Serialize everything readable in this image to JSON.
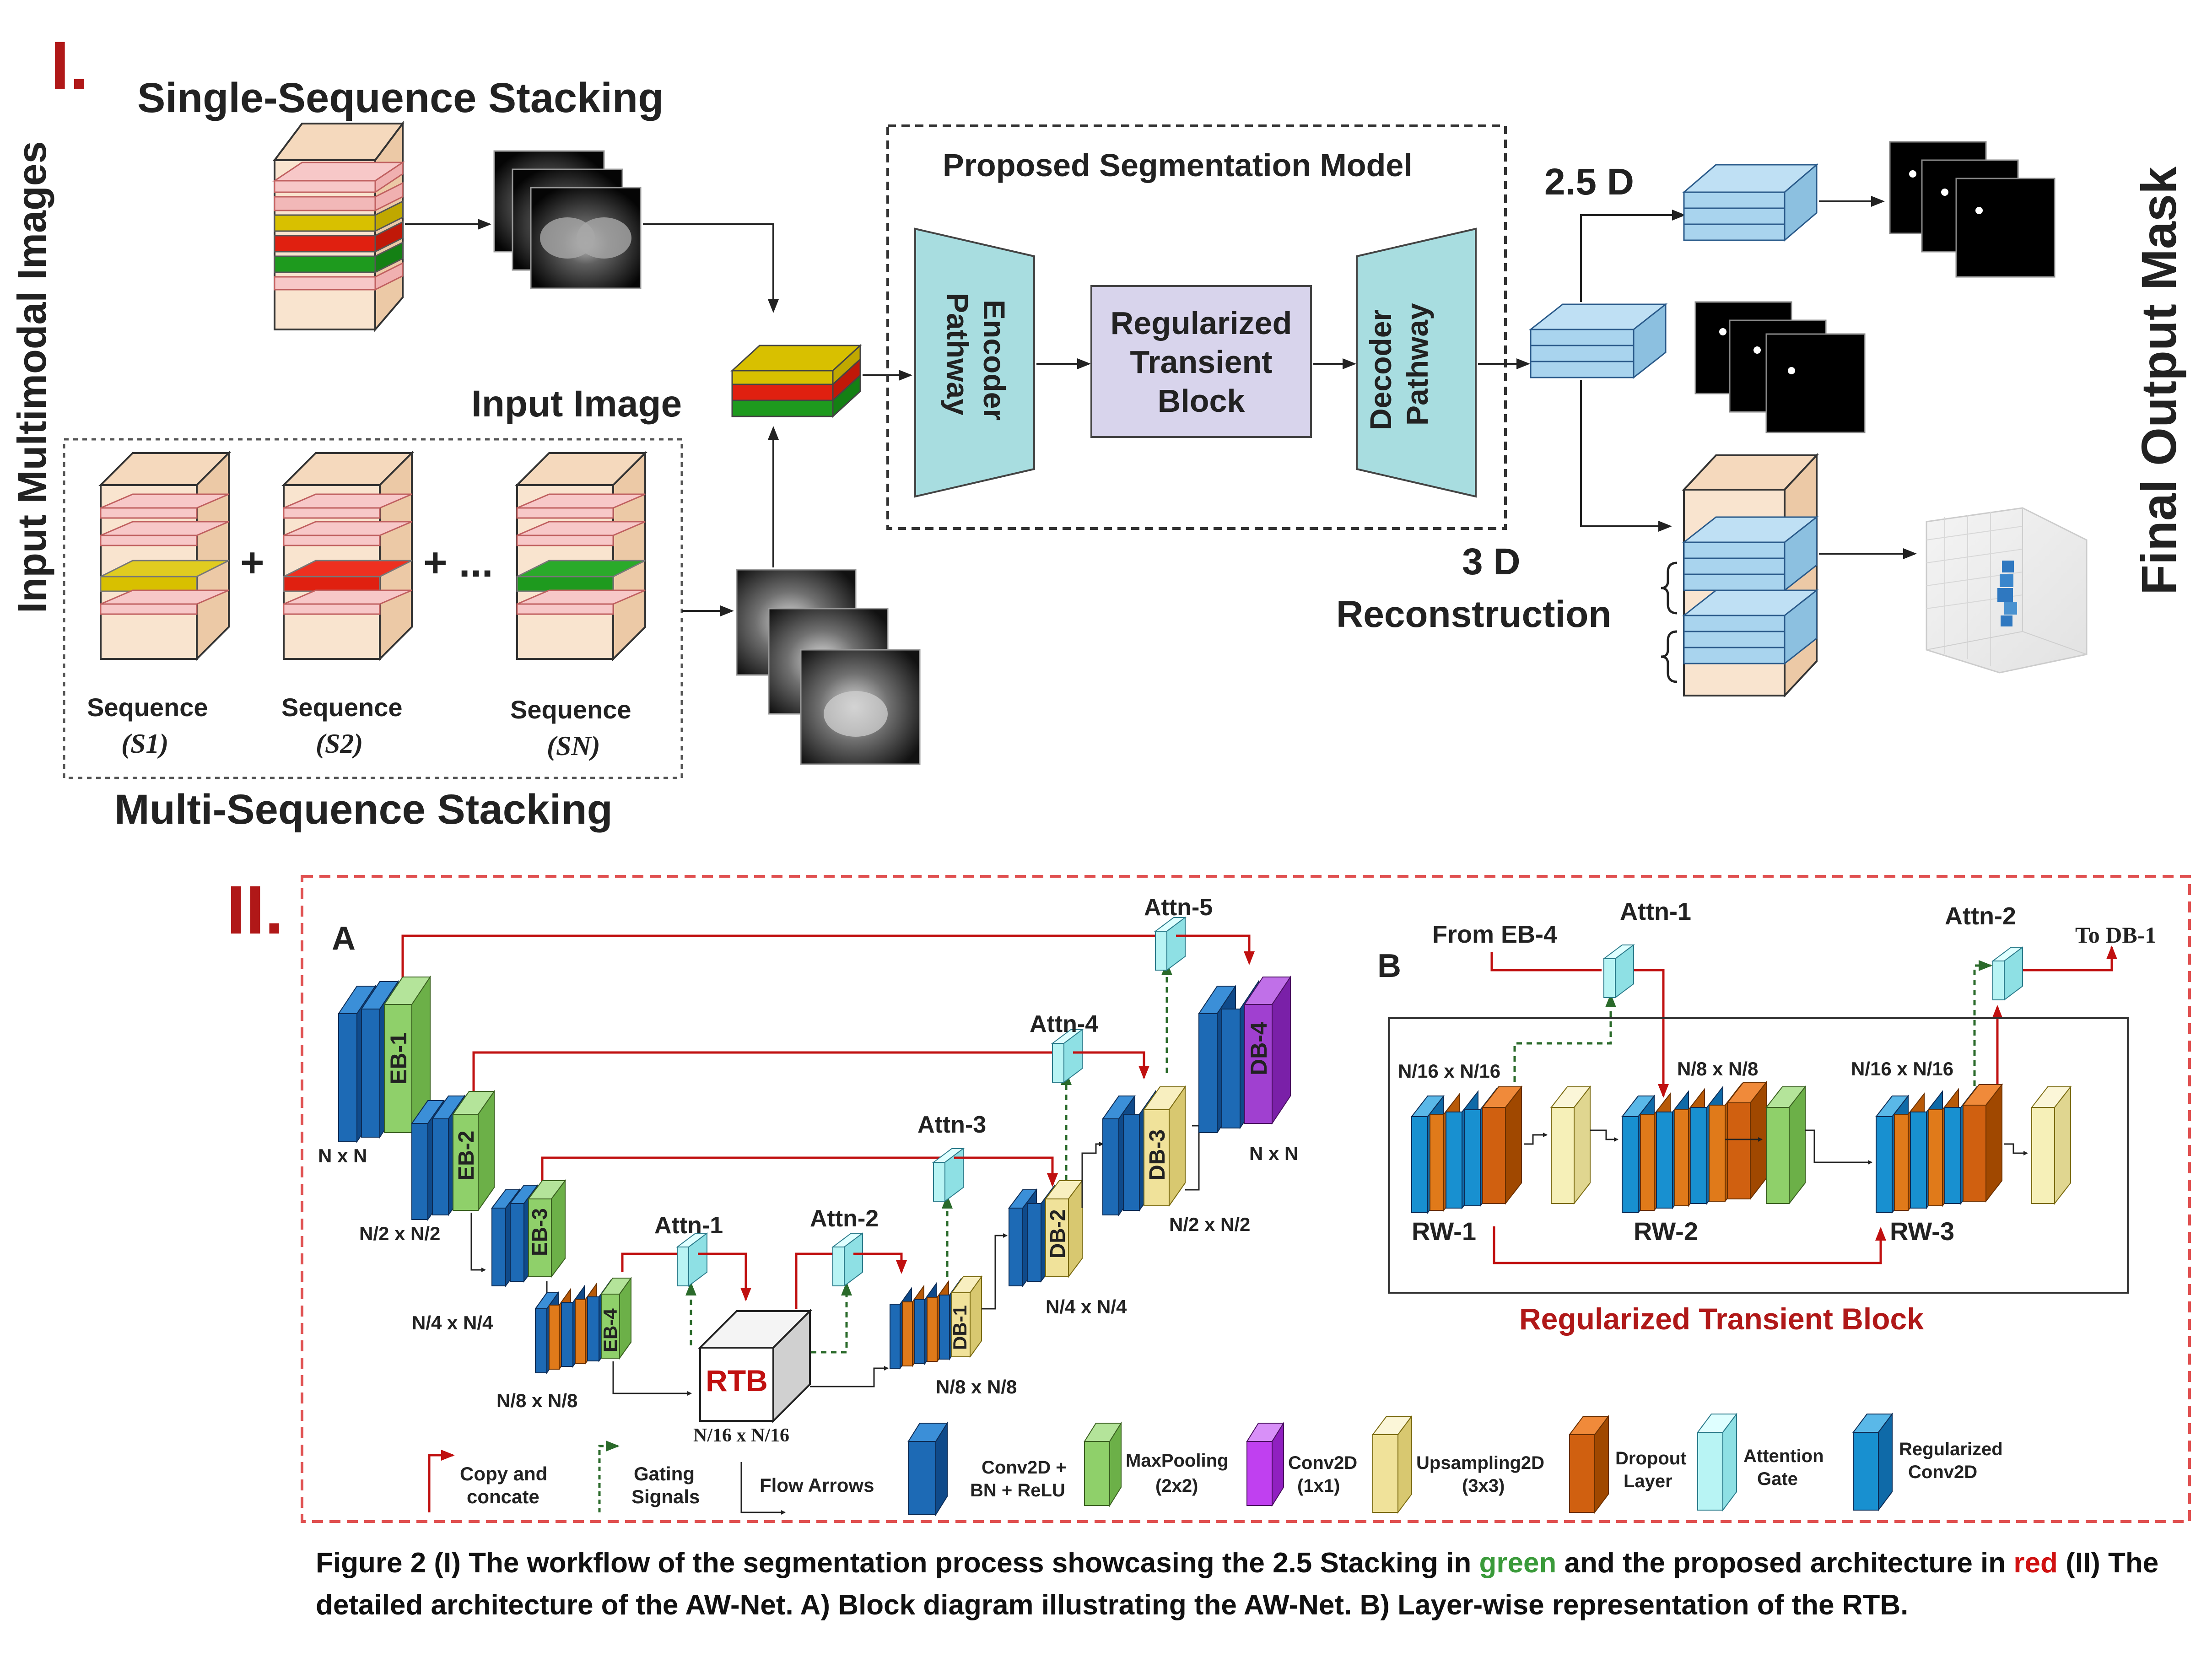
{
  "part1": {
    "roman": "I.",
    "single_title": "Single-Sequence Stacking",
    "multi_title": "Multi-Sequence Stacking",
    "input_image": "Input Image",
    "side_left": "Input Multimodal Images",
    "side_right": "Final Output Mask",
    "model_title": "Proposed Segmentation Model",
    "encoder": [
      "Encoder",
      "Pathway"
    ],
    "rtb": [
      "Regularized",
      "Transient",
      "Block"
    ],
    "decoder": [
      "Decoder",
      "Pathway"
    ],
    "d25": "2.5 D",
    "d3": [
      "3 D",
      "Reconstruction"
    ],
    "sequence_word": "Sequence",
    "seq_labels": [
      "(S1)",
      "(S2)",
      "(SN)"
    ],
    "plus": "+",
    "plus_dots": "+ ..."
  },
  "part2": {
    "roman": "II.",
    "panel_a": "A",
    "panel_b": "B",
    "eb": [
      "EB-1",
      "EB-2",
      "EB-3",
      "EB-4"
    ],
    "db": [
      "DB-1",
      "DB-2",
      "DB-3",
      "DB-4"
    ],
    "attn_a": [
      "Attn-1",
      "Attn-2",
      "Attn-3",
      "Attn-4",
      "Attn-5"
    ],
    "sizes": [
      "N x N",
      "N/2 x N/2",
      "N/4 x N/4",
      "N/8 x N/8",
      "N/16 x N/16",
      "N/8 x N/8",
      "N/4 x N/4",
      "N/2 x N/2",
      "N x N"
    ],
    "rtb": "RTB",
    "from_eb4": "From EB-4",
    "to_db1": "To DB-1",
    "attn_b": [
      "Attn-1",
      "Attn-2"
    ],
    "rw": [
      "RW-1",
      "RW-2",
      "RW-3"
    ],
    "rw_sizes": [
      "N/16 x N/16",
      "N/8 x N/8",
      "N/16 x N/16"
    ],
    "rtb_title": "Regularized Transient Block",
    "legend": {
      "copy": [
        "Copy and",
        "concate"
      ],
      "gating": [
        "Gating",
        "Signals"
      ],
      "flow": "Flow Arrows",
      "conv": [
        "Conv2D +",
        "BN + ReLU"
      ],
      "maxpool": [
        "MaxPooling",
        "(2x2)"
      ],
      "conv11": [
        "Conv2D",
        "(1x1)"
      ],
      "upsample": [
        "Upsampling2D",
        "(3x3)"
      ],
      "dropout": [
        "Dropout",
        "Layer"
      ],
      "attention": [
        "Attention",
        "Gate"
      ],
      "regconv": [
        "Regularized",
        "Conv2D"
      ]
    }
  },
  "caption": {
    "part1": "Figure 2 (I) The workflow of the segmentation process showcasing the 2.5 Stacking in ",
    "green": "green",
    "part2": " and the proposed architecture in ",
    "red": "red",
    "part3": "  (II) The detailed architecture of the AW-Net. A) Block diagram illustrating the AW-Net. B) Layer-wise representation of the RTB."
  },
  "colors": {
    "roman": "#b01818",
    "peach": "#f9e4cf",
    "yellow": "#d8c000",
    "red": "#e02010",
    "green": "#1e9a1e",
    "cyan": "#a8dde0",
    "lavender": "#d8d4ec",
    "conv_blue": "#1d6ab5",
    "eb_green": "#8fd06a",
    "db_yellow": "#f0e29a",
    "db_purple": "#a040d0",
    "dropout": "#e07a1a",
    "attn": "#b8f4f4",
    "regconv": "#1890d0",
    "line_red": "#c01010",
    "gate_green": "#2a6a2a"
  }
}
